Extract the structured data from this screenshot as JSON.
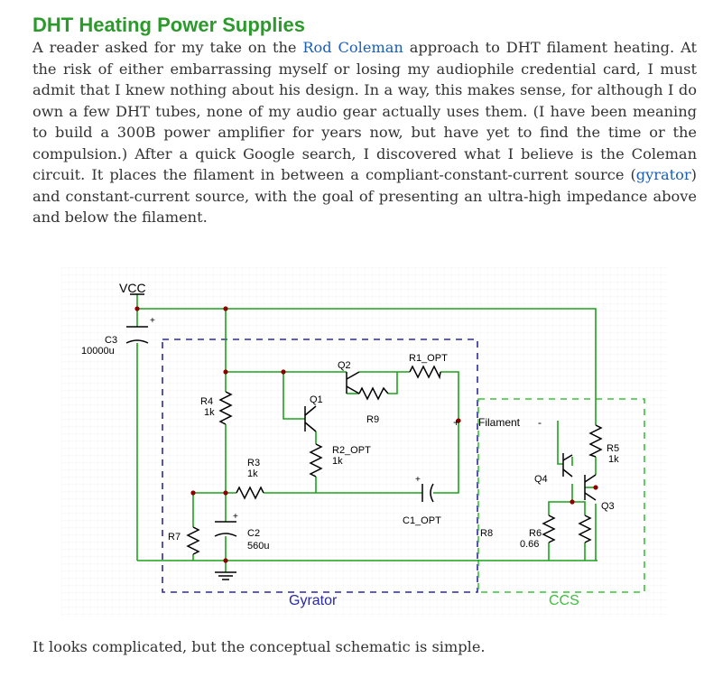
{
  "article": {
    "title": "DHT Heating Power Supplies",
    "para_part1": "A reader asked for my take on the ",
    "link_coleman": "Rod Coleman",
    "para_part2": " approach to DHT filament heating. At the risk of either embarrassing myself or losing my audiophile credential card, I must admit that I knew nothing about his design. In a way, this makes sense, for although I do own a few DHT tubes, none of my audio gear actually uses them. (I have been meaning to build a 300B power amplifier for years now, but have yet to find the time or the compulsion.) After a quick Google search, I discovered what I believe is the Coleman circuit. It places the filament in between a compliant-constant-current source (",
    "link_gyrator": "gyrator",
    "para_part3": ") and constant-current source, with the goal of presenting an ultra-high impedance above and below the filament.",
    "closing": "It looks complicated, but the conceptual schematic is simple."
  },
  "schematic": {
    "vcc": "VCC",
    "c3_name": "C3",
    "c3_value": "10000u",
    "r4_name": "R4",
    "r4_value": "1k",
    "q1": "Q1",
    "q2": "Q2",
    "r1_name": "R1_OPT",
    "r9_name": "R9",
    "r2_name": "R2_OPT",
    "r2_value": "1k",
    "r3_name": "R3",
    "r3_value": "1k",
    "filament": "Filament",
    "r5_name": "R5",
    "r5_value": "1k",
    "q4": "Q4",
    "q3": "Q3",
    "r7_name": "R7",
    "c2_name": "C2",
    "c2_value": "560u",
    "c1_name": "C1_OPT",
    "r8_name": "R8",
    "r6_name": "R6",
    "r6_value": "0.66",
    "gyrator_label": "Gyrator",
    "ccs_label": "CCS",
    "colors": {
      "wire": "#1aa31a",
      "component": "#000000",
      "gyrator_box": "#2a2aa0",
      "ccs_box": "#3cc03c",
      "grid": "#e4e4e4",
      "junction": "#8b0000"
    }
  }
}
